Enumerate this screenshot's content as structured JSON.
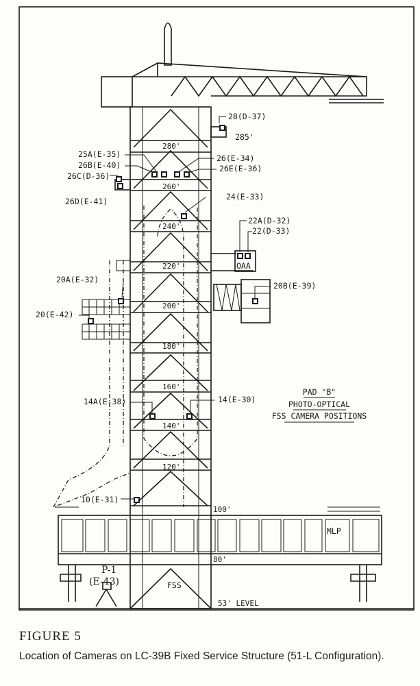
{
  "figure": {
    "number": "FIGURE 5",
    "caption": "Location of Cameras on LC-39B Fixed Service Structure (51-L Configuration)."
  },
  "levels": {
    "l285": "285'",
    "l280": "280'",
    "l260": "260'",
    "l240": "240'",
    "l220": "220'",
    "l200": "200'",
    "l180": "180'",
    "l160": "160'",
    "l140": "140'",
    "l120": "120'",
    "l100": "100'",
    "l80": "80'",
    "l53": "53' LEVEL"
  },
  "cameras": {
    "c28": "28(D-37)",
    "c25a": "25A(E-35)",
    "c26": "26(E-34)",
    "c26b": "26B(E-40)",
    "c26e": "26E(E-36)",
    "c26c": "26C(D-36)",
    "c26d": "26D(E-41)",
    "c24": "24(E-33)",
    "c22a": "22A(D-32)",
    "c22": "22(D-33)",
    "c20a": "20A(E-32)",
    "c20b": "20B(E-39)",
    "c20": "20(E-42)",
    "c14a": "14A(E-38)",
    "c14": "14(E-30)",
    "c10": "10(E-31)",
    "p1": "P-1",
    "p1code": "(E-43)"
  },
  "structures": {
    "oaa": "OAA",
    "mlp": "MLP",
    "fss": "FSS"
  },
  "legend": {
    "line1": "PAD \"B\"",
    "line2": "PHOTO-OPTICAL",
    "line3": "FSS CAMERA POSITIONS"
  }
}
